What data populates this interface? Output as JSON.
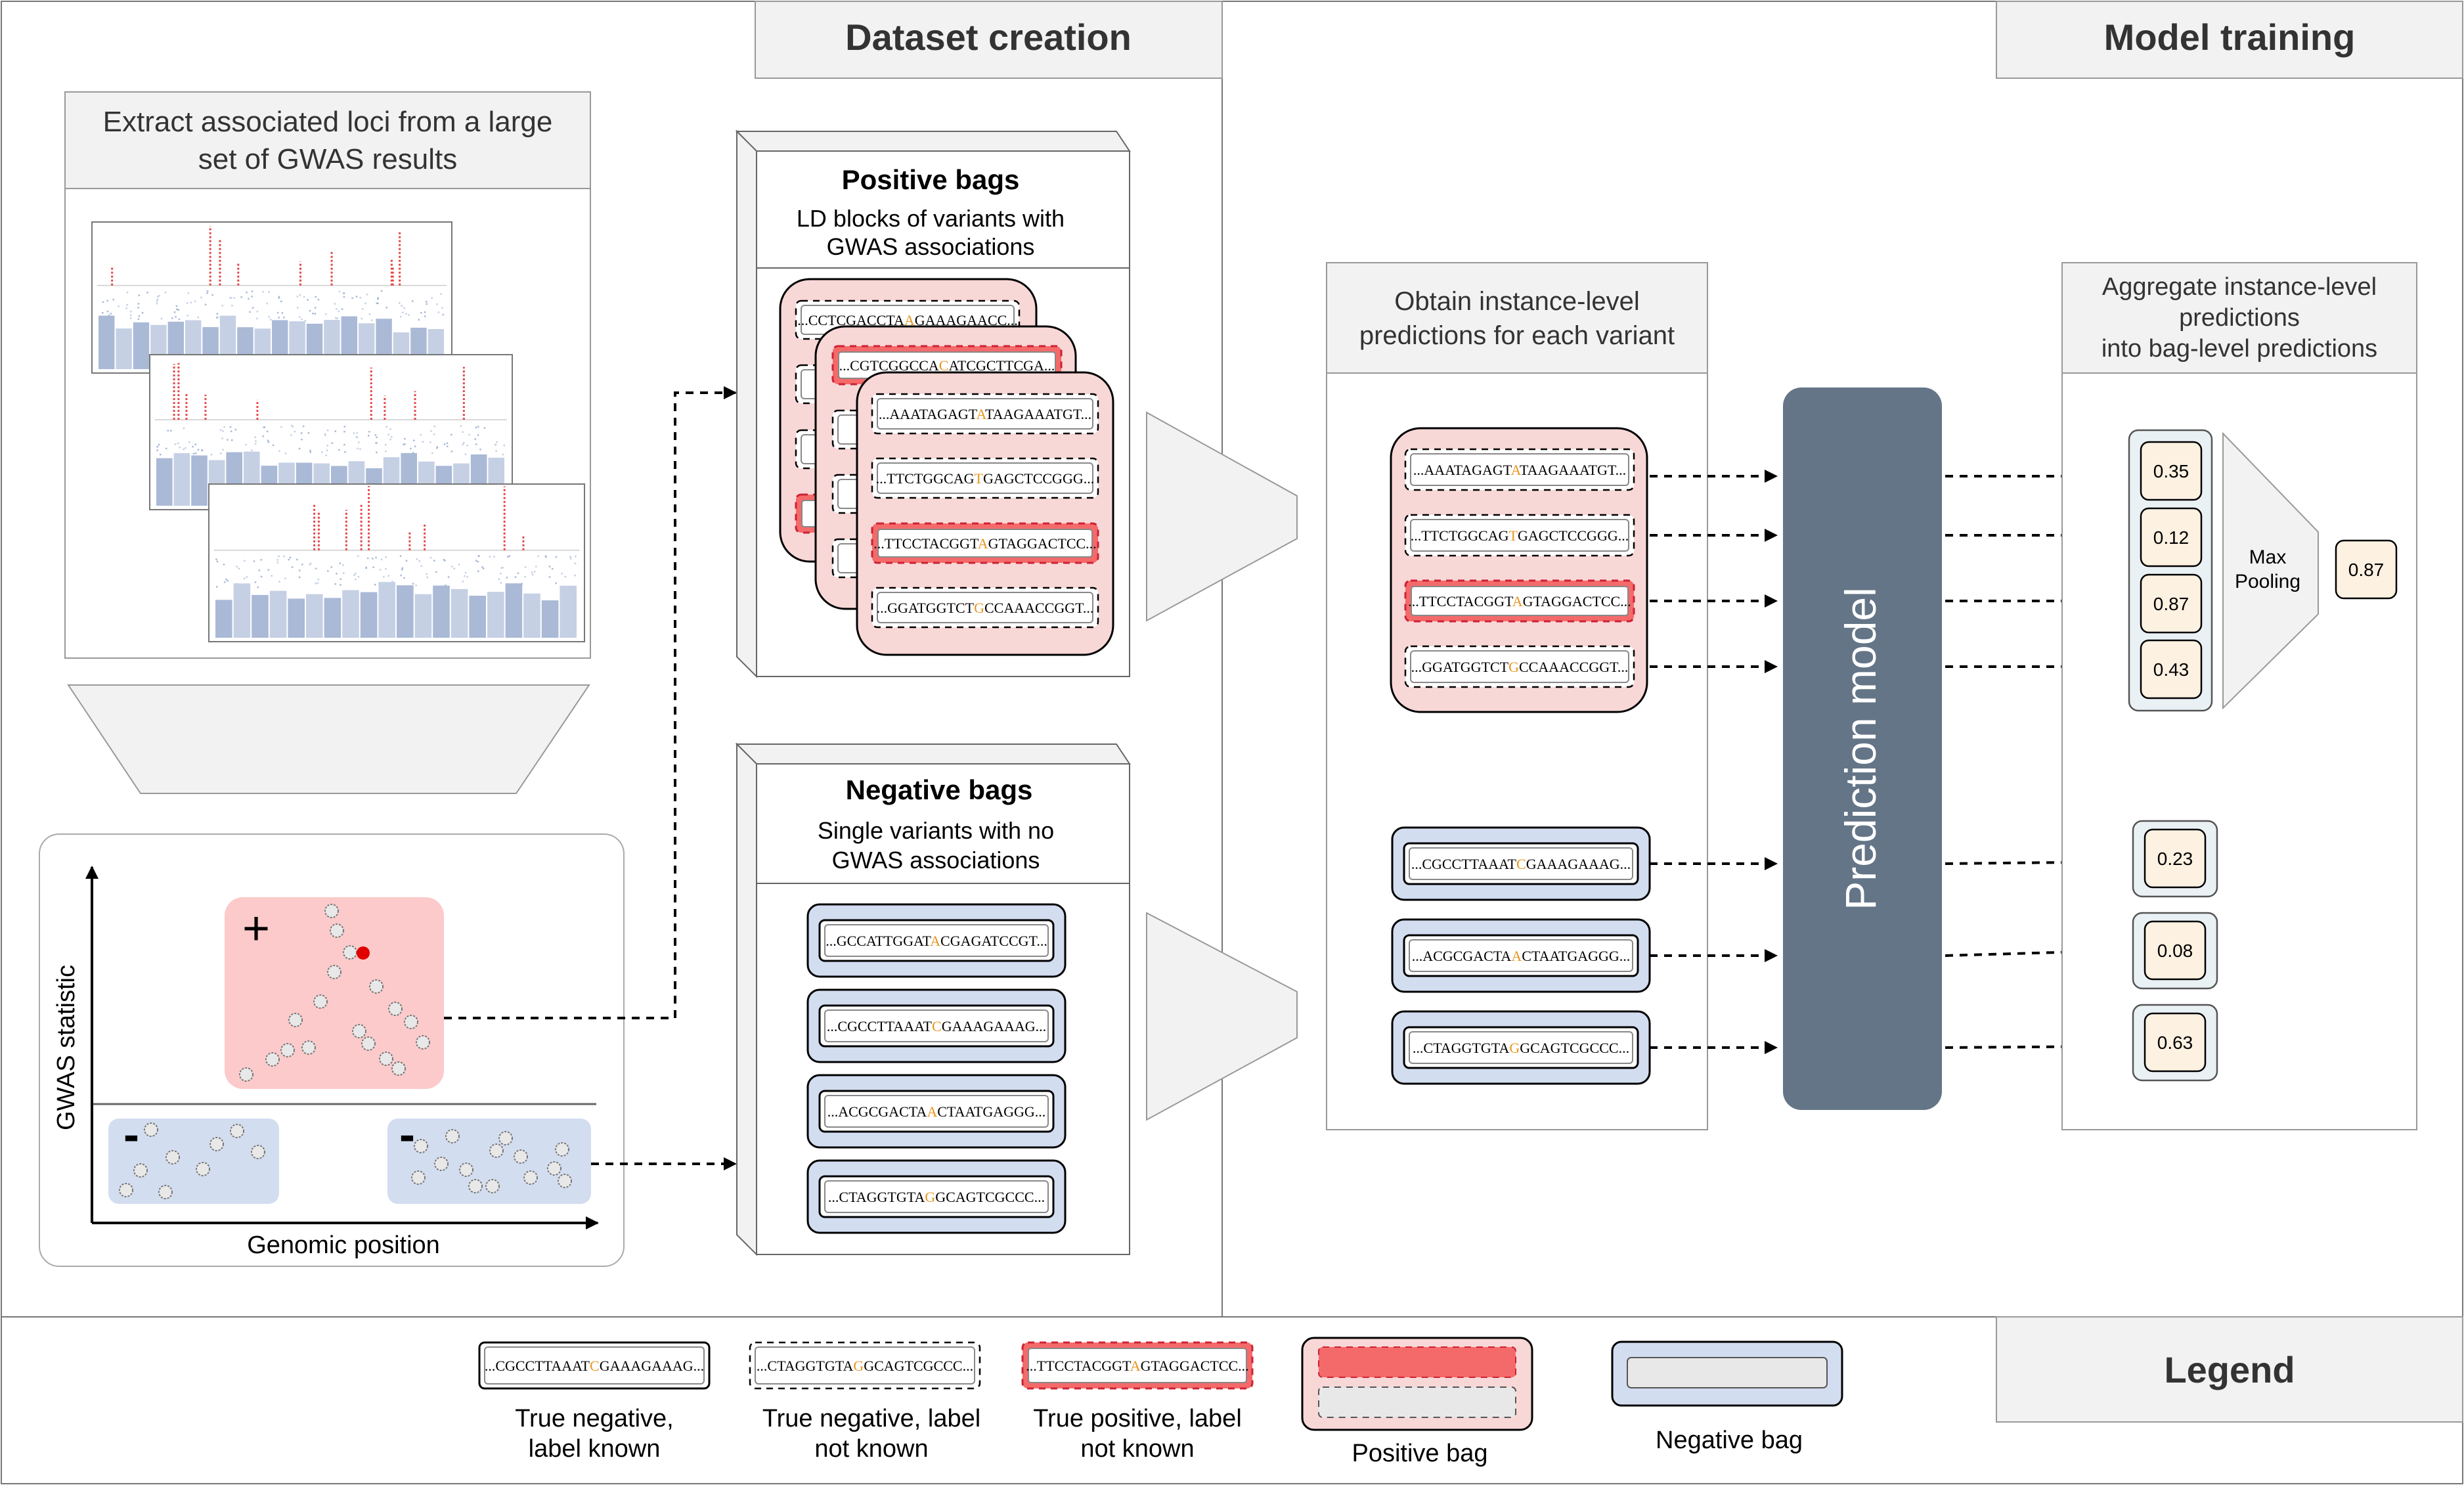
{
  "headers": {
    "dataset_creation": "Dataset creation",
    "model_training": "Model training",
    "legend": "Legend"
  },
  "extract": {
    "title_line1": "Extract associated loci from a large",
    "title_line2": "set of GWAS results"
  },
  "gwas_plot": {
    "ylabel": "GWAS statistic",
    "xlabel": "Genomic position",
    "plus": "+",
    "minus": "-"
  },
  "positive_bags": {
    "title": "Positive bags",
    "desc_line1": "LD blocks of variants with",
    "desc_line2": "GWAS associations",
    "bag1": [
      {
        "pre": "...CCTCGACCTA",
        "alt": "A",
        "post": "GAAAGAACC..."
      },
      {
        "pre": "",
        "alt": "",
        "post": ""
      },
      {
        "pre": "",
        "alt": "",
        "post": ""
      },
      {
        "pre": "",
        "alt": "",
        "post": ""
      }
    ],
    "bag2_first": {
      "pre": "...CGTCGGCCA",
      "alt": "C",
      "post": "ATCGCTTCGA..."
    },
    "bag3": [
      {
        "pre": "...AAATAGAGT",
        "alt": "A",
        "post": "TAAGAAATGT..."
      },
      {
        "pre": "...TTCTGGCAG",
        "alt": "T",
        "post": "GAGCTCCGGG..."
      },
      {
        "pre": "...TTCCTACGGT",
        "alt": "A",
        "post": "GTAGGACTCC..."
      },
      {
        "pre": "...GGATGGTCT",
        "alt": "G",
        "post": "CCAAACCGGT..."
      }
    ]
  },
  "negative_bags": {
    "title": "Negative bags",
    "desc_line1": "Single variants with no",
    "desc_line2": "GWAS associations",
    "items": [
      {
        "pre": "...GCCATTGGAT",
        "alt": "A",
        "post": "CGAGATCCGT..."
      },
      {
        "pre": "...CGCCTTAAAT",
        "alt": "C",
        "post": "GAAAGAAAG..."
      },
      {
        "pre": "...ACGCGACTA",
        "alt": "A",
        "post": "CTAATGAGGG..."
      },
      {
        "pre": "...CTAGGTGTA",
        "alt": "G",
        "post": "GCAGTCGCCC..."
      }
    ]
  },
  "instance": {
    "title_line1": "Obtain instance-level",
    "title_line2": "predictions for each variant",
    "pos": [
      {
        "pre": "...AAATAGAGT",
        "alt": "A",
        "post": "TAAGAAATGT..."
      },
      {
        "pre": "...TTCTGGCAG",
        "alt": "T",
        "post": "GAGCTCCGGG..."
      },
      {
        "pre": "...TTCCTACGGT",
        "alt": "A",
        "post": "GTAGGACTCC..."
      },
      {
        "pre": "...GGATGGTCT",
        "alt": "G",
        "post": "CCAAACCGGT..."
      }
    ],
    "neg": [
      {
        "pre": "...CGCCTTAAAT",
        "alt": "C",
        "post": "GAAAGAAAG..."
      },
      {
        "pre": "...ACGCGACTA",
        "alt": "A",
        "post": "CTAATGAGGG..."
      },
      {
        "pre": "...CTAGGTGTA",
        "alt": "G",
        "post": "GCAGTCGCCC..."
      }
    ]
  },
  "model": {
    "label": "Prediction model"
  },
  "aggregate": {
    "title_line1": "Aggregate instance-level",
    "title_line2": "predictions",
    "title_line3": "into bag-level predictions",
    "pos_scores": [
      "0.35",
      "0.12",
      "0.87",
      "0.43"
    ],
    "pooling_line1": "Max",
    "pooling_line2": "Pooling",
    "bag_score": "0.87",
    "neg_scores": [
      "0.23",
      "0.08",
      "0.63"
    ]
  },
  "legend": {
    "true_neg_known": {
      "pre": "...CGCCTTAAAT",
      "alt": "C",
      "post": "GAAAGAAAG...",
      "line1": "True negative,",
      "line2": "label known"
    },
    "true_neg_unknown": {
      "pre": "...CTAGGTGTA",
      "alt": "G",
      "post": "GCAGTCGCCC...",
      "line1": "True negative, label",
      "line2": "not known"
    },
    "true_pos_unknown": {
      "pre": "...TTCCTACGGT",
      "alt": "A",
      "post": "GTAGGACTCC...",
      "line1": "True positive, label",
      "line2": "not known"
    },
    "positive_bag": "Positive bag",
    "negative_bag": "Negative bag"
  },
  "colors": {
    "pink_bag": "#f8d7d7",
    "red_highlight": "#f46a6a",
    "blue_bag": "#d3ddf0",
    "gray_header": "#f2f2f2",
    "model": "#647587",
    "score_fill": "#fdf1e2",
    "score_group": "#eaf1f5",
    "allele_orange": "#e8951e"
  }
}
